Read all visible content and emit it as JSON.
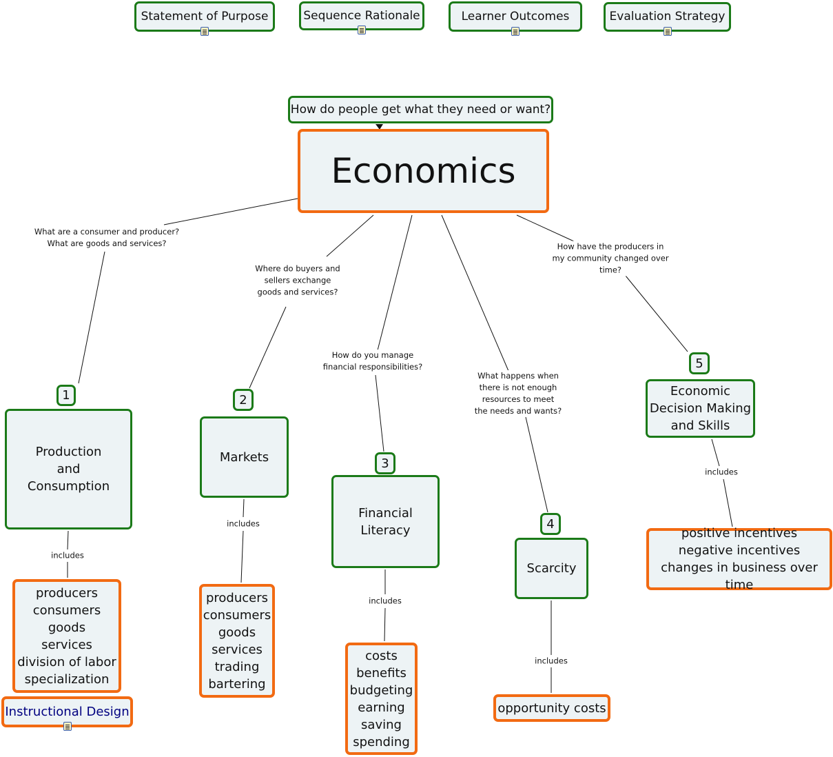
{
  "resources": [
    {
      "label": "Statement of Purpose"
    },
    {
      "label": "Sequence Rationale"
    },
    {
      "label": "Learner Outcomes"
    },
    {
      "label": "Evaluation Strategy"
    }
  ],
  "focus_question": "How do people get what they need or want?",
  "root": "Economics",
  "branches": [
    {
      "number": "1",
      "title": "Production\nand\nConsumption",
      "question": "What are a consumer and producer?\nWhat are goods and services?",
      "link": "includes",
      "items": "producers\nconsumers\ngoods\nservices\ndivision of labor\nspecialization"
    },
    {
      "number": "2",
      "title": "Markets",
      "question": "Where do buyers and\nsellers exchange\ngoods and services?",
      "link": "includes",
      "items": "producers\nconsumers\ngoods\nservices\ntrading\nbartering"
    },
    {
      "number": "3",
      "title": "Financial\nLiteracy",
      "question": "How do you manage\nfinancial responsibilities?",
      "link": "includes",
      "items": "costs\nbenefits\nbudgeting\nearning\nsaving\nspending"
    },
    {
      "number": "4",
      "title": "Scarcity",
      "question": "What happens when\nthere is not enough\nresources to meet\nthe needs and wants?",
      "link": "includes",
      "items": "opportunity costs"
    },
    {
      "number": "5",
      "title": "Economic\nDecision Making\nand Skills",
      "question": "How have the producers in\nmy community changed over\ntime?",
      "link": "includes",
      "items": "positive incentives\nnegative incentives\nchanges in business over time"
    }
  ],
  "instructional_design": "Instructional Design",
  "colors": {
    "concept_border": "#1b7a18",
    "highlight_border": "#f26a12",
    "fill": "#edf3f5",
    "link_text": "#000080"
  }
}
